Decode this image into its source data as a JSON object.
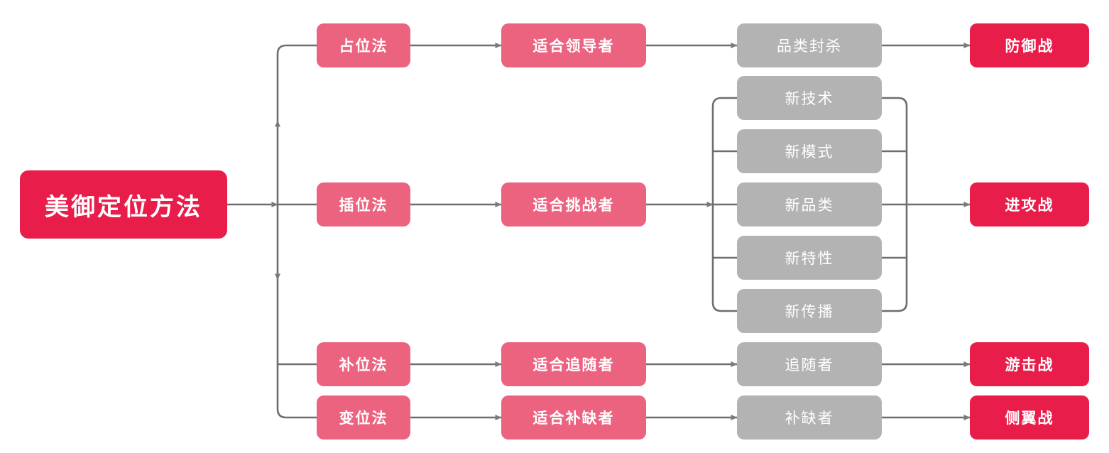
{
  "diagram": {
    "title": "美御定位方法",
    "colors": {
      "root_red": "#E81D4A",
      "pink": "#EC6380",
      "gray": "#B3B3B3",
      "accent_red": "#E81D4A",
      "line": "#6E6E6E",
      "background": "#FFFFFF"
    },
    "root": {
      "label": "美御定位方法"
    },
    "methods": [
      {
        "label": "占位法"
      },
      {
        "label": "插位法"
      },
      {
        "label": "补位法"
      },
      {
        "label": "变位法"
      }
    ],
    "audiences": [
      {
        "label": "适合领导者"
      },
      {
        "label": "适合挑战者"
      },
      {
        "label": "适合追随者"
      },
      {
        "label": "适合补缺者"
      }
    ],
    "tactics": [
      {
        "label": "品类封杀"
      },
      {
        "label": "新技术"
      },
      {
        "label": "新模式"
      },
      {
        "label": "新品类"
      },
      {
        "label": "新特性"
      },
      {
        "label": "新传播"
      },
      {
        "label": "追随者"
      },
      {
        "label": "补缺者"
      }
    ],
    "wars": [
      {
        "label": "防御战"
      },
      {
        "label": "进攻战"
      },
      {
        "label": "游击战"
      },
      {
        "label": "侧翼战"
      }
    ]
  }
}
